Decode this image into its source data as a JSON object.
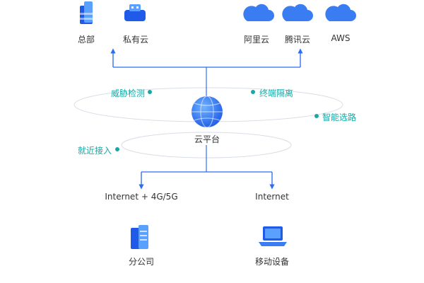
{
  "colors": {
    "line": "#2f6df0",
    "ring": "#d8dde6",
    "accent": "#17a8a6",
    "text": "#333333",
    "icon_dark": "#1f5be8",
    "icon_light": "#5aa0ff"
  },
  "top_nodes": [
    {
      "label": "总部",
      "icon": "building-stack-icon"
    },
    {
      "label": "私有云",
      "icon": "usb-cloud-icon"
    },
    {
      "label": "阿里云",
      "icon": "cloud-icon"
    },
    {
      "label": "腾讯云",
      "icon": "cloud-icon"
    },
    {
      "label": "AWS",
      "icon": "cloud-icon"
    }
  ],
  "hub": {
    "label": "云平台",
    "icon": "globe-icon"
  },
  "features": [
    "威胁检测",
    "终端隔离",
    "智能选路",
    "就近接入"
  ],
  "bottom_nodes": [
    {
      "connection": "Internet + 4G/5G",
      "label": "分公司",
      "icon": "server-icon"
    },
    {
      "connection": "Internet",
      "label": "移动设备",
      "icon": "laptop-icon"
    }
  ]
}
